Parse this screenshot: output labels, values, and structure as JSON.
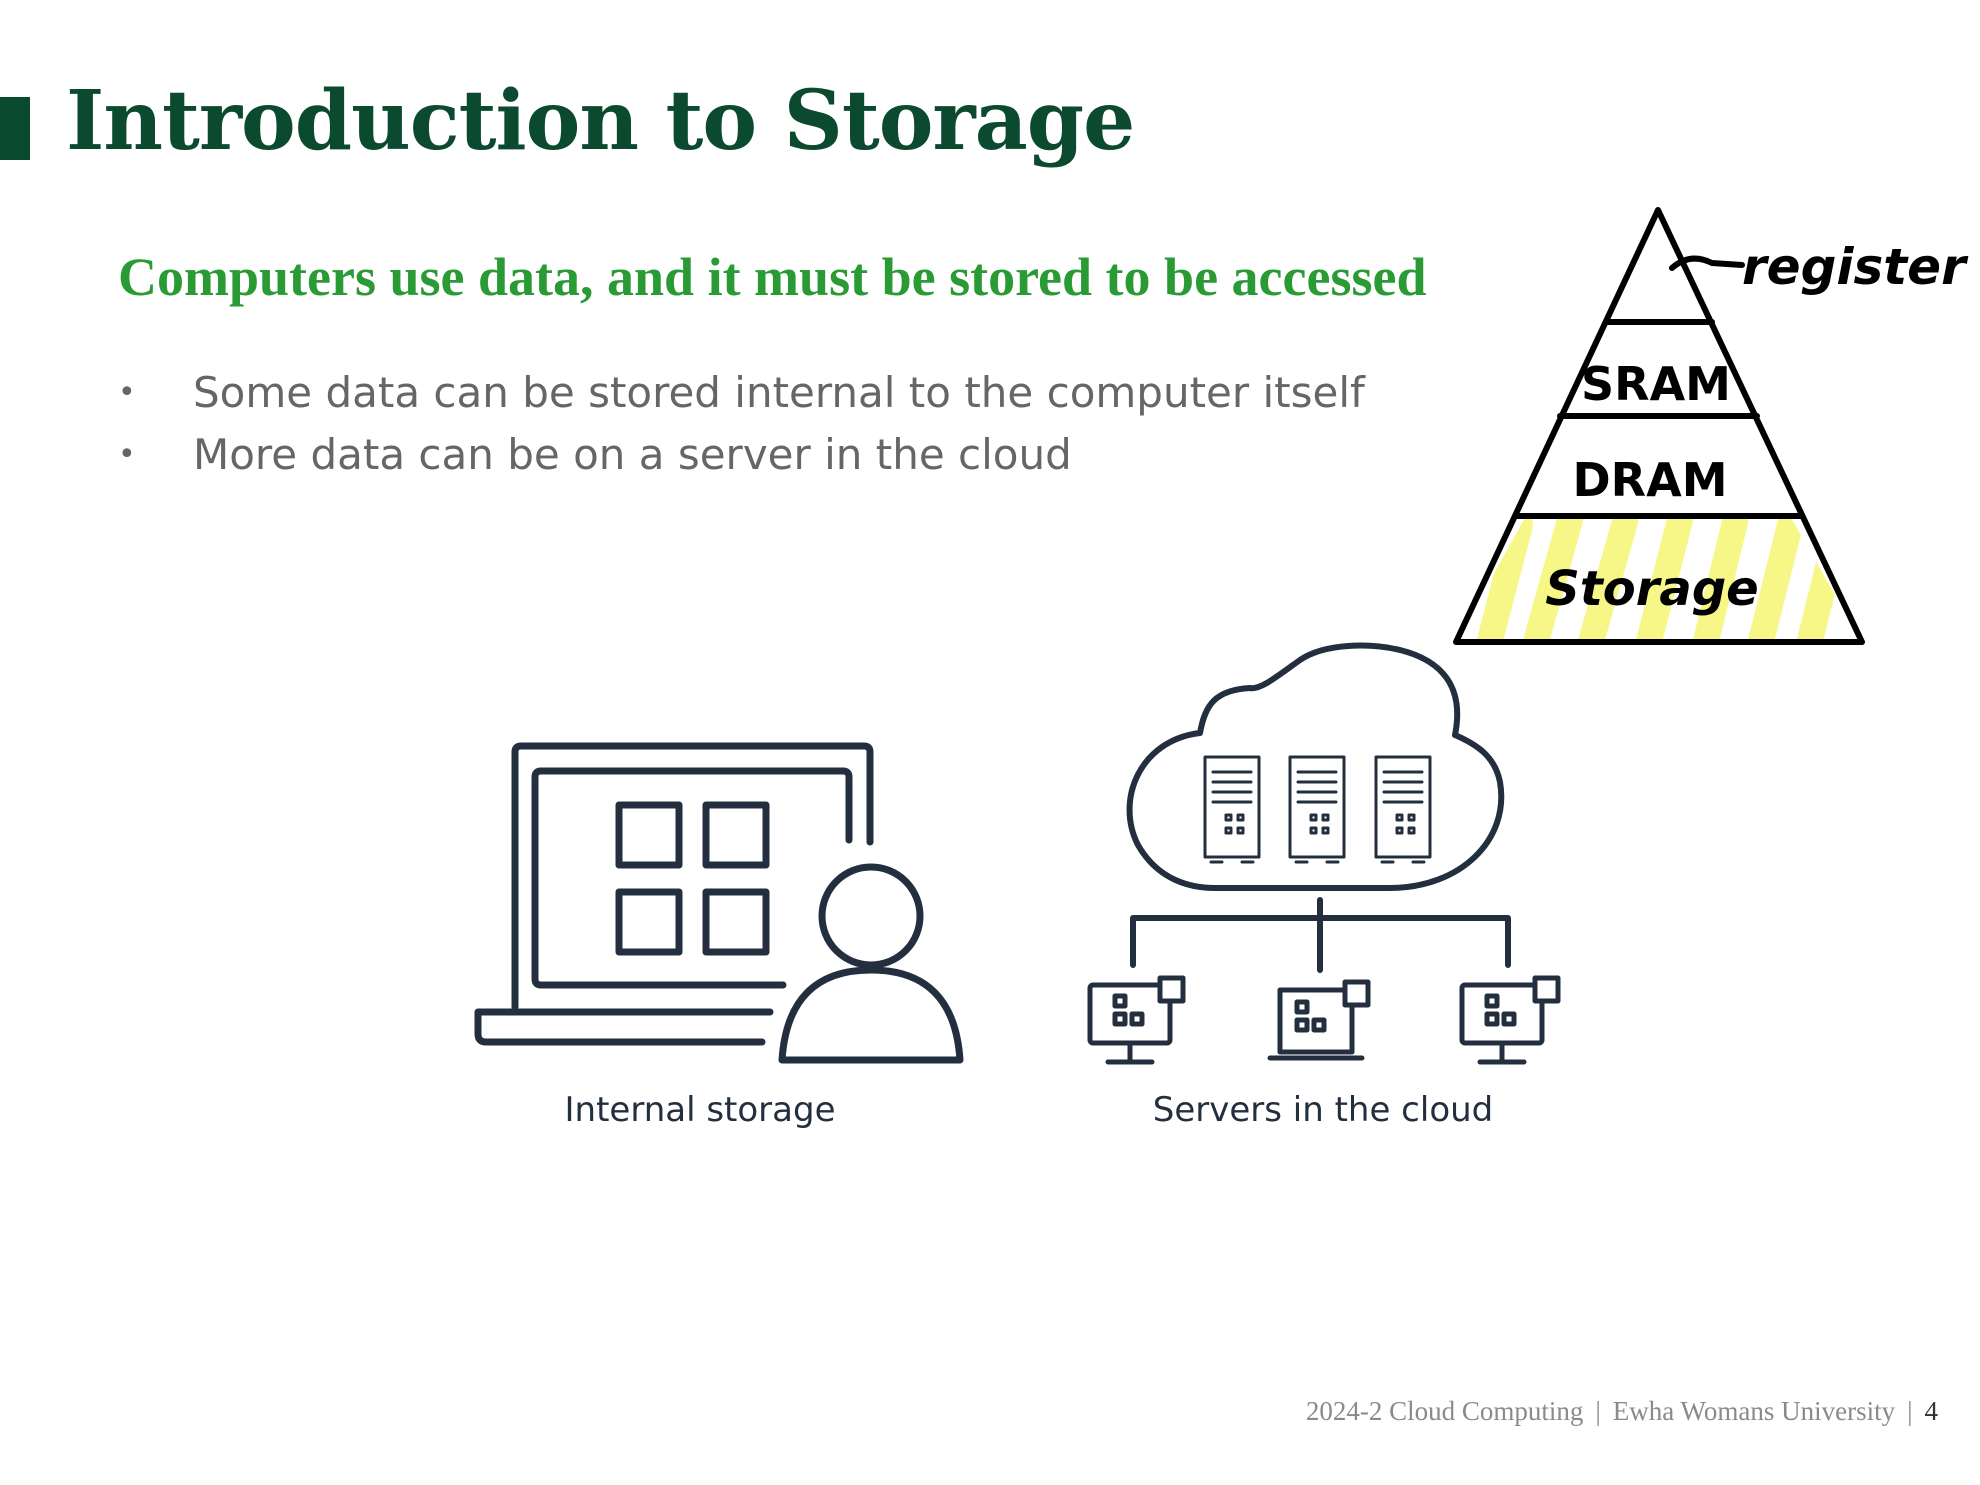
{
  "slide": {
    "title": "Introduction to Storage",
    "subtitle": "Computers use data, and it must be stored to be accessed",
    "bullets": [
      "Some data can be stored internal to the computer itself",
      "More data can be on a server in the cloud"
    ]
  },
  "pyramid": {
    "levels": [
      "register",
      "SRAM",
      "DRAM",
      "Storage"
    ],
    "highlighted_level": "Storage"
  },
  "figures": {
    "internal_caption": "Internal storage",
    "cloud_caption": "Servers in the cloud"
  },
  "footer": {
    "course": "2024-2 Cloud Computing",
    "university": "Ewha Womans University",
    "separator": "|",
    "page_number": "4"
  },
  "colors": {
    "title": "#0b4a2f",
    "subtitle": "#2a9a35",
    "body_text": "#666666",
    "icon_stroke": "#232f3e",
    "highlight": "#f7f77a"
  }
}
